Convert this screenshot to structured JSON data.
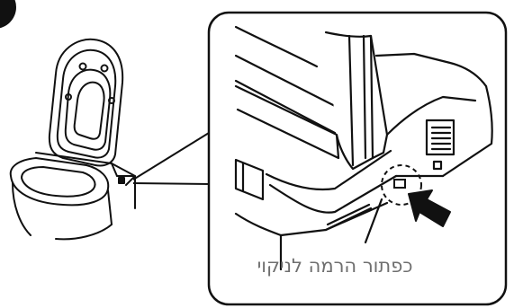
{
  "figure": {
    "caption": "כפתור הרמה לניקוי",
    "icons": {
      "overview": "toilet-with-raised-lid",
      "detail": "cleaning-lift-button-closeup",
      "pointer": "arrow-pointing-to-button"
    },
    "colors": {
      "line": "#111111",
      "caption": "#6f6f6f",
      "background": "#ffffff"
    }
  }
}
